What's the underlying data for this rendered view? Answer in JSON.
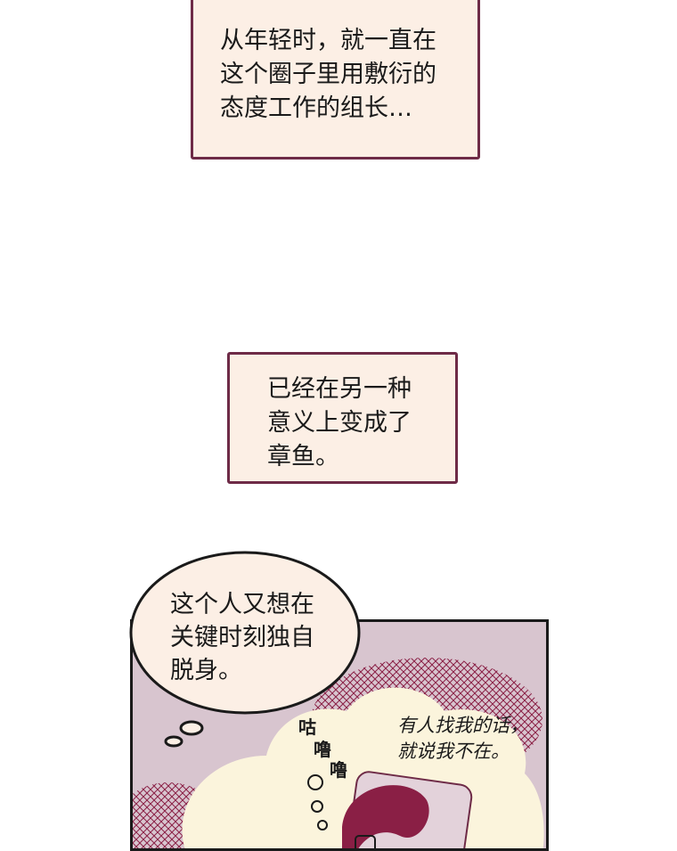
{
  "captions": [
    {
      "text": "从年轻时，就一直在\n这个圈子里用敷衍的\n态度工作的组长…"
    },
    {
      "text": "已经在另一种\n意义上变成了\n章鱼。"
    }
  ],
  "panel": {
    "thought_bubble": "这个人又想在\n关键时刻独自\n脱身。",
    "sound_effect": [
      "咕",
      "噜",
      "噜"
    ],
    "speech": "有人找我的话，\n就说我不在。"
  },
  "colors": {
    "caption_bg": "#fcefe5",
    "caption_border": "#6e2b47",
    "panel_bg": "#d8c5cf",
    "glow": "#fbf4dc",
    "hair": "#8a1f45"
  }
}
